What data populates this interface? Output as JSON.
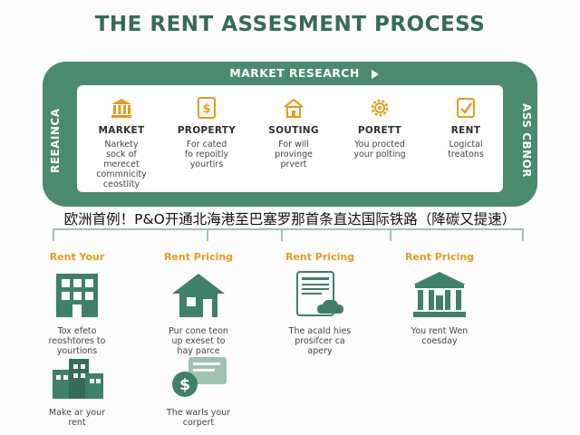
{
  "title": "THE RENT ASSESMENT PROCESS",
  "cycle": {
    "header": "MARKET RESEARCH",
    "left_side": "REEAINCA",
    "right_side": "ASS CBNOR",
    "steps": [
      {
        "label": "MARKET",
        "desc": [
          "Narkety",
          "sock of",
          "merecet",
          "commnicity",
          "ceostlity"
        ],
        "icon": "building-columns-icon"
      },
      {
        "label": "PROPERTY",
        "desc": [
          "For cated",
          "fo repoitly",
          "yourtirs"
        ],
        "icon": "dollar-document-icon"
      },
      {
        "label": "SOUTING",
        "desc": [
          "For will",
          "provinge",
          "prvert"
        ],
        "icon": "house-icon"
      },
      {
        "label": "PORETT",
        "desc": [
          "You procted",
          "your polting"
        ],
        "icon": "gear-icon"
      },
      {
        "label": "RENT",
        "desc": [
          "Logictal",
          "treatons"
        ],
        "icon": "checkmark-document-icon"
      }
    ]
  },
  "banner": "欧洲首例！P&O开通北海港至巴塞罗那首条直达国际铁路（降碳又提速）",
  "cards": [
    {
      "heading": "Rent Your",
      "desc": [
        "Tox efeto",
        "reoshtores to",
        "yourtions"
      ],
      "icon": "apartment-building-icon"
    },
    {
      "heading": "Rent Pricing",
      "desc": [
        "Pur cone teon",
        "up exeset to",
        "hay parce"
      ],
      "icon": "house-icon"
    },
    {
      "heading": "Rent Pricing",
      "desc": [
        "The acald hies",
        "prosifcer ca",
        "apery"
      ],
      "icon": "document-cloud-icon"
    },
    {
      "heading": "Rent Pricing",
      "desc": [
        "You rent Wen",
        "coesday"
      ],
      "icon": "bank-building-icon"
    },
    {
      "heading": "",
      "desc": [
        "Make ar your",
        "rent"
      ],
      "icon": "city-buildings-icon"
    },
    {
      "heading": "",
      "desc": [
        "The warls your",
        "corpert"
      ],
      "icon": "dollar-card-icon"
    }
  ],
  "colors": {
    "primary_green": "#4a8a6f",
    "title_green": "#356b5b",
    "accent_orange": "#e89a1c",
    "icon_green": "#3f8068"
  }
}
